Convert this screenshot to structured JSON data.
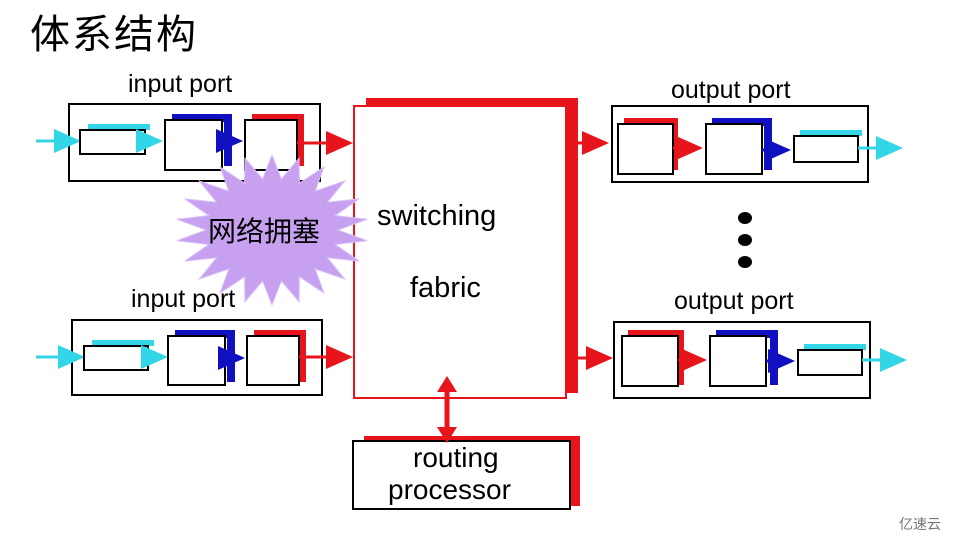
{
  "title": "体系结构",
  "labels": {
    "input_port_top": "input port",
    "input_port_bottom": "input port",
    "output_port_top": "output port",
    "output_port_bottom": "output port",
    "switching": "switching",
    "fabric": "fabric",
    "routing": "routing",
    "processor": "processor",
    "congestion": "网络拥塞"
  },
  "watermark": "亿速云",
  "colors": {
    "red": "#e8141b",
    "blue": "#1010c0",
    "cyan": "#33d6e6",
    "starburst": "#c8a0f0"
  }
}
